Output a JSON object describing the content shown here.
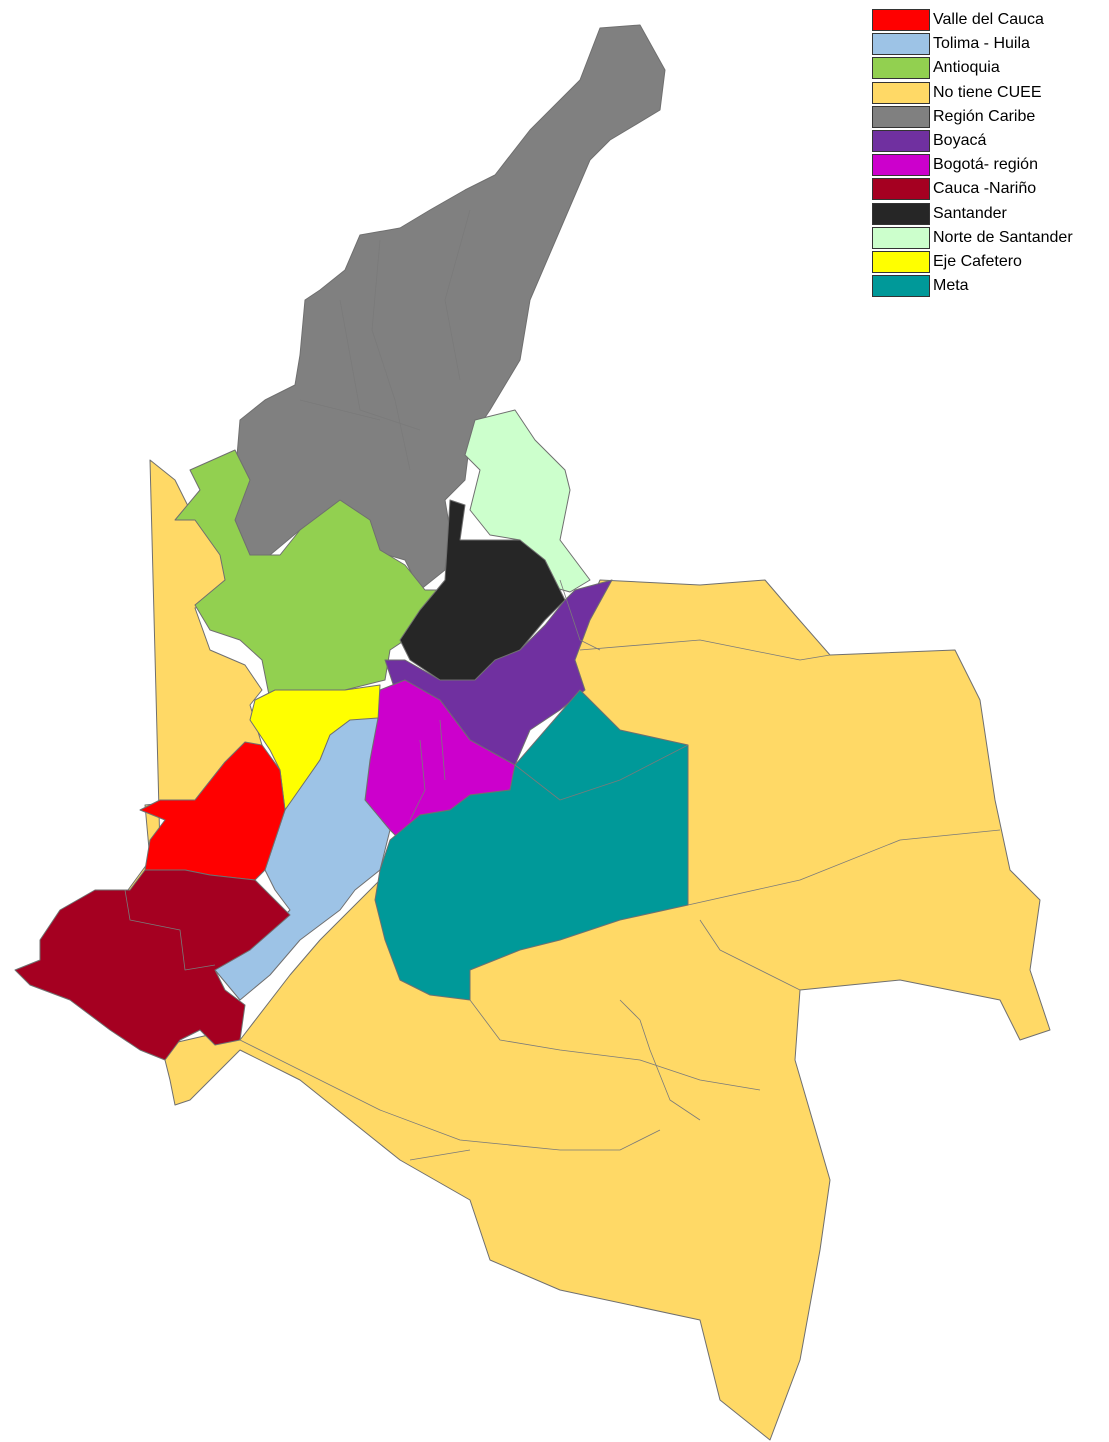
{
  "legend": {
    "items": [
      {
        "label": "Valle del Cauca",
        "color": "#FF0000"
      },
      {
        "label": "Tolima - Huila",
        "color": "#9DC3E6"
      },
      {
        "label": "Antioquia",
        "color": "#92D050"
      },
      {
        "label": "No tiene CUEE",
        "color": "#FFD966"
      },
      {
        "label": "Región Caribe",
        "color": "#808080"
      },
      {
        "label": "Boyacá",
        "color": "#7030A0"
      },
      {
        "label": "Bogotá- región",
        "color": "#CC00CC"
      },
      {
        "label": "Cauca -Nariño",
        "color": "#A50021"
      },
      {
        "label": "Santander",
        "color": "#262626"
      },
      {
        "label": "Norte de Santander",
        "color": "#CCFFCC"
      },
      {
        "label": "Eje Cafetero",
        "color": "#FFFF00"
      },
      {
        "label": "Meta",
        "color": "#009999"
      }
    ]
  }
}
